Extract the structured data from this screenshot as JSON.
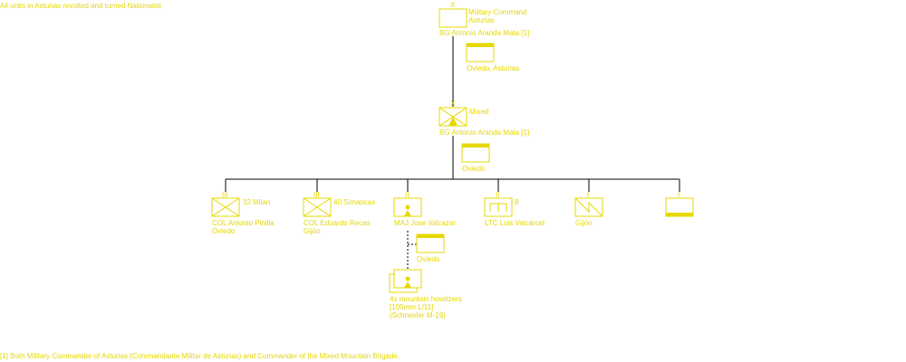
{
  "header_note": "All units in Asturias revolted and turned Nationalist",
  "footnote": "[1] Both Military Commander of Asturias (Commandante Militar de Asturias) and Commander of the Mixed Mountain Brigade.",
  "colors": {
    "unit": "#e6d800",
    "line": "#000000",
    "background": "#ffffff"
  },
  "top_command": {
    "echelon": "X",
    "name_lines": [
      "Military Command",
      "Asturias"
    ],
    "commander": "BG  Antonio Aranda Mata [1]",
    "hq_location": "Oviedo, Asturias"
  },
  "brigade": {
    "echelon": "X",
    "type": "Mixed",
    "icon": "mountain-infantry-icon",
    "commander": "BG  Antonio Aranda Mata [1]",
    "hq_location": "Oviedo"
  },
  "subunits": [
    {
      "echelon": "III",
      "icon": "infantry-icon",
      "designation": "32 Milan",
      "commander": "COL  Antonio Pinilla",
      "location": "Oviedo"
    },
    {
      "echelon": "III",
      "icon": "infantry-icon",
      "designation": "40 Simancas",
      "commander": "COL  Eduardo Recas",
      "location": "Gijón"
    },
    {
      "echelon": "II",
      "icon": "mountain-artillery-icon",
      "designation": "",
      "commander": "MAJ  Jose Valcazar",
      "location": ""
    },
    {
      "echelon": "II",
      "icon": "engineer-icon",
      "designation": "8",
      "commander": "LTC  Luis Valcárcel",
      "location": ""
    },
    {
      "echelon": "I",
      "icon": "signal-icon",
      "designation": "",
      "commander": "",
      "location": "Gijón"
    },
    {
      "echelon": "I",
      "icon": "support-unit-icon",
      "designation": "",
      "commander": "",
      "location": ""
    }
  ],
  "artillery_detail": {
    "hq_location": "Oviedo",
    "icon": "mountain-artillery-icon",
    "lines": [
      "4x  mountain howitzers",
      "[105mm L/11]",
      "(Schneider M-19)"
    ]
  }
}
